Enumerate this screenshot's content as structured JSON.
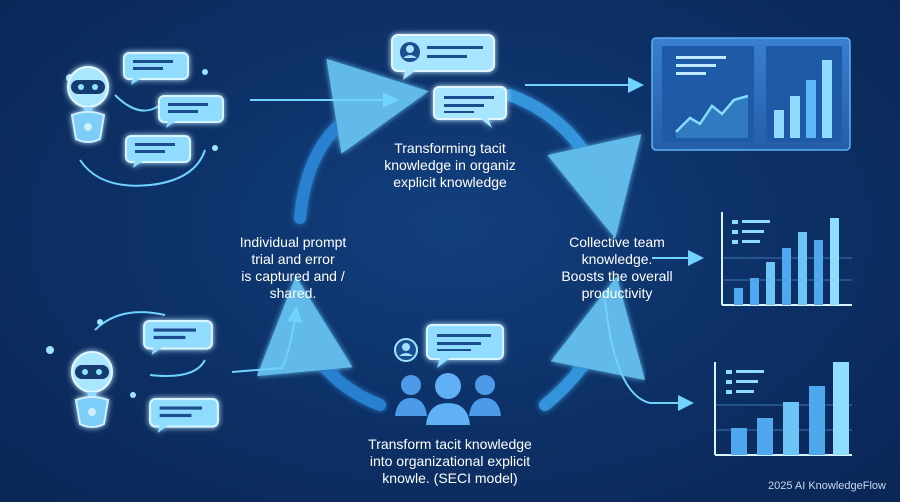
{
  "diagram": {
    "top_text": [
      "Transforming tacit",
      "knowledge in organiz",
      "explicit knowledge"
    ],
    "left_text": [
      "Individual prompt",
      "trial and error",
      "is captured and /",
      "shared."
    ],
    "right_text": [
      "Collective team",
      "knowledge.",
      "Boosts the overall",
      "productivity"
    ],
    "bottom_text": [
      "Transform tacit knowledge",
      "into organizational explicit",
      "knowle. (SECI model)"
    ]
  },
  "footer": {
    "text": "2025 AI KnowledgeFlow"
  },
  "colors": {
    "background": "#0d3269",
    "accent": "#4fc3f7",
    "glow": "#7fd8ff",
    "bubble": "#8fdcff",
    "panel": "#2f6fc4"
  },
  "icons": [
    "robot-icon",
    "chat-bubble-icon",
    "user-avatar-icon",
    "team-icon",
    "line-chart-icon",
    "bar-chart-icon",
    "arrow-icon"
  ]
}
